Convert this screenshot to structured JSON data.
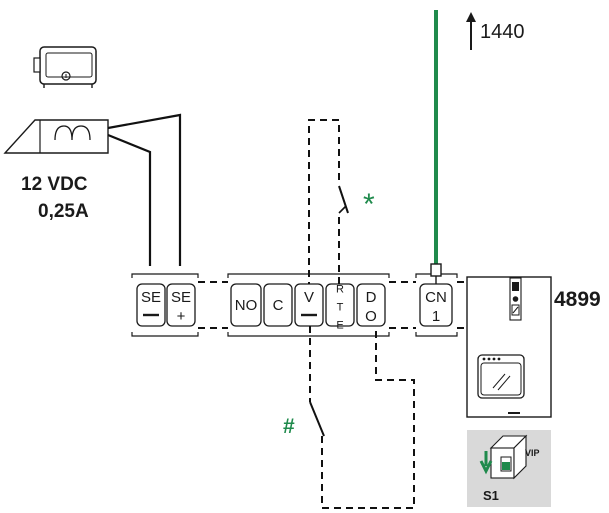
{
  "lock": {
    "voltage": "12 VDC",
    "current": "0,25A"
  },
  "bus_arrow_label": "1440",
  "monitor_label": "4899",
  "switch_label": "S1",
  "vip_label": "VIP",
  "optional_marks": {
    "star": "*",
    "hash": "#"
  },
  "terminals": [
    {
      "id": "se-minus",
      "top": "SE",
      "bottom": "−"
    },
    {
      "id": "se-plus",
      "top": "SE",
      "bottom": "+"
    },
    {
      "id": "no",
      "top": "NO",
      "bottom": ""
    },
    {
      "id": "c",
      "top": "C",
      "bottom": ""
    },
    {
      "id": "v-minus",
      "top": "V",
      "bottom": "−"
    },
    {
      "id": "rte",
      "top": "R T E",
      "bottom": ""
    },
    {
      "id": "do",
      "top": "D",
      "bottom": "O"
    },
    {
      "id": "cn1",
      "top": "CN",
      "bottom": "1"
    }
  ],
  "colors": {
    "bus_wire": "#1f8a4c",
    "star_mark": "#1f8a4c",
    "hash_mark": "#1f8a4c",
    "switch_panel": "#d9d9d9"
  }
}
